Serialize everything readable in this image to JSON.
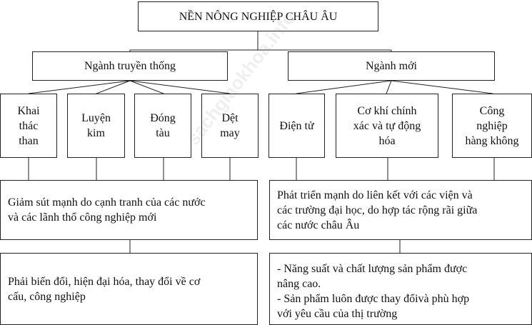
{
  "title": "NỀN NÔNG NGHIỆP CHÂU ÂU",
  "branches": {
    "traditional": {
      "label": "Ngành truyền thống",
      "items": [
        "Khai\nthác\nthan",
        "Luyện\nkim",
        "Đóng\ntàu",
        "Dệt\nmay"
      ],
      "effect": "Giảm sút mạnh do cạnh tranh của các nước\nvà các lãnh thổ công nghiệp mới",
      "outcome": "Phải biến đổi, hiện đại hóa, thay đổi về cơ\ncấu, công nghiệp"
    },
    "new": {
      "label": "Ngành mới",
      "items": [
        "Điện tử",
        "Cơ khí chính\nxác và tự động\nhóa",
        "Công\nnghiệp\nhàng không"
      ],
      "effect": "Phát triển mạnh do liên kết với các viện và\ncác trường đại học, do hợp tác rộng rãi giữa\ncác nước châu Âu",
      "outcome": "- Năng suất và chất lượng sản phẩm được\n  nâng cao.\n- Sản phẩm luôn được thay đổivà phù hợp\n  với yêu cầu của thị trường"
    }
  },
  "watermark": "sachgiaokhoa.info"
}
